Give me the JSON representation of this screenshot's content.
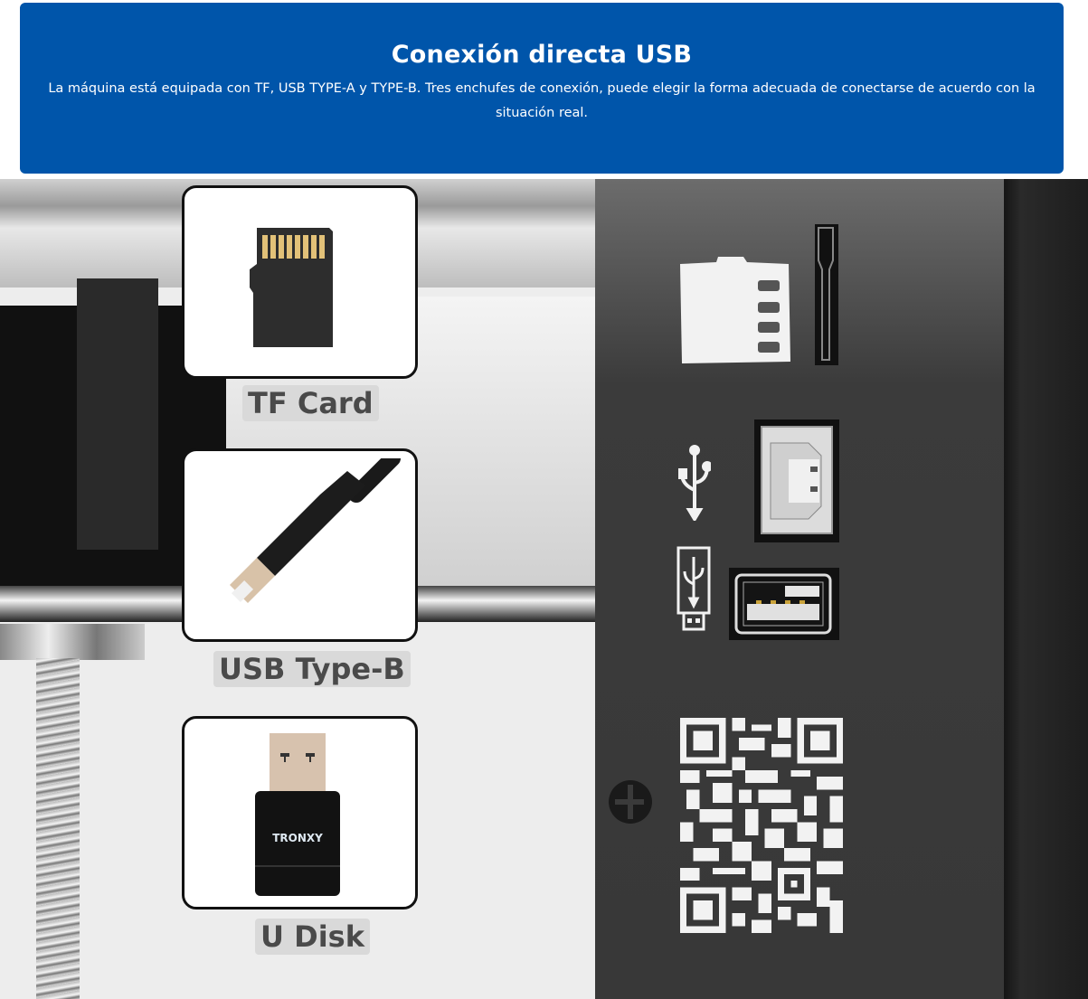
{
  "banner": {
    "title": "Conexión directa USB",
    "description": "La máquina está equipada con TF, USB TYPE-A y TYPE-B. Tres enchufes de conexión, puede elegir la forma adecuada de conectarse de acuerdo con la situación real.",
    "background_color": "#0055aa",
    "text_color": "#ffffff"
  },
  "callouts": [
    {
      "label": "TF Card",
      "icon": "micro-sd-card-icon"
    },
    {
      "label": "USB Type-B",
      "icon": "usb-type-b-cable-icon"
    },
    {
      "label": "U Disk",
      "icon": "usb-flash-drive-icon",
      "brand": "TRONXY"
    }
  ],
  "panel": {
    "ports": [
      "tf-card-slot",
      "usb-type-b-port",
      "usb-type-a-port"
    ],
    "icons": [
      "sd-card-icon",
      "usb-icon",
      "usb-drive-icon",
      "qr-code-icon",
      "screw-icon"
    ]
  }
}
